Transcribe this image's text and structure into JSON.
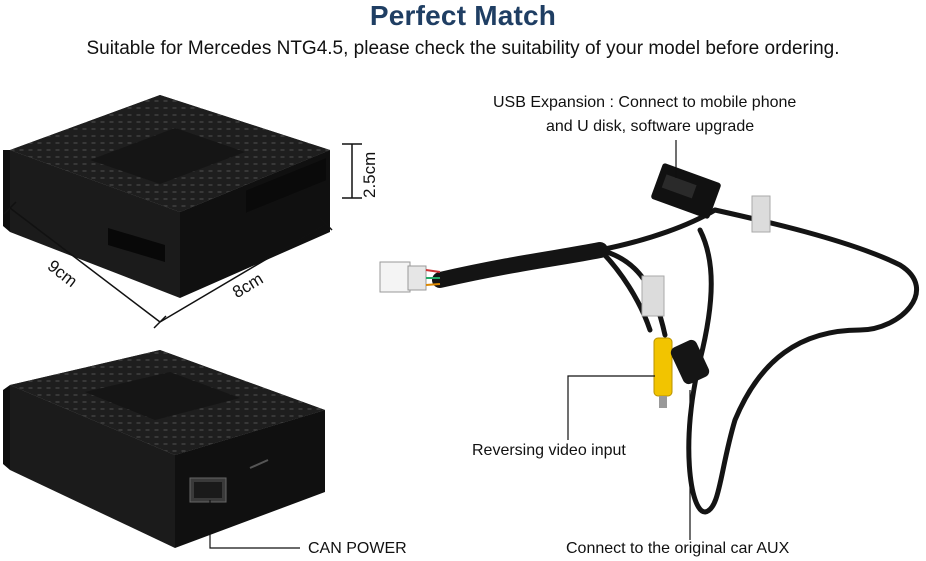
{
  "header": {
    "title": "Perfect Match",
    "subtitle": "Suitable for Mercedes NTG4.5, please check the suitability of your model before ordering."
  },
  "dimensions": {
    "height": "2.5cm",
    "depth": "9cm",
    "width": "8cm"
  },
  "callouts": {
    "usb_line1": "USB Expansion : Connect to mobile phone",
    "usb_line2": "and U disk, software upgrade",
    "reversing": "Reversing video input",
    "aux": "Connect to the original car AUX",
    "can_power": "CAN POWER"
  },
  "colors": {
    "title": "#1f3e63",
    "device": "#1b1b1b",
    "cable": "#141414",
    "rca_yellow": "#f2c400"
  }
}
